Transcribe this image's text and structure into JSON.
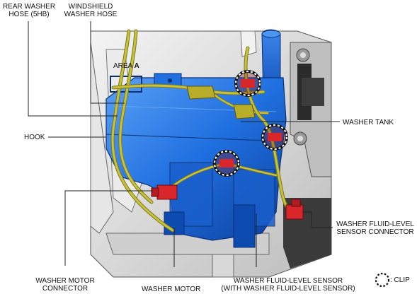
{
  "labels": {
    "rear_washer_hose": [
      "REAR WASHER",
      "HOSE (5HB)"
    ],
    "windshield_washer_hose": [
      "WINDSHIELD",
      "WASHER HOSE"
    ],
    "area_a": {
      "prefix": "AREA",
      "letter": "A"
    },
    "hook": "HOOK",
    "washer_tank": "WASHER TANK",
    "washer_fluid_level_sensor_connector": [
      "WASHER FLUID-LEVEL",
      "SENSOR CONNECTOR"
    ],
    "washer_motor_connector": [
      "WASHER MOTOR",
      "CONNECTOR"
    ],
    "washer_motor": "WASHER MOTOR",
    "washer_fluid_level_sensor": [
      "WASHER FLUID-LEVEL SENSOR",
      "(WITH WASHER FLUID-LEVEL SENSOR)"
    ],
    "clip_legend": ": CLIP"
  },
  "colors": {
    "tank_blue": "#1f6fe0",
    "tank_dark": "#0c3f9a",
    "hose_yellow": "#c8c23a",
    "connector_red": "#d8262a",
    "frame_gray": "#d9d9d9",
    "leader_line": "#222222"
  }
}
